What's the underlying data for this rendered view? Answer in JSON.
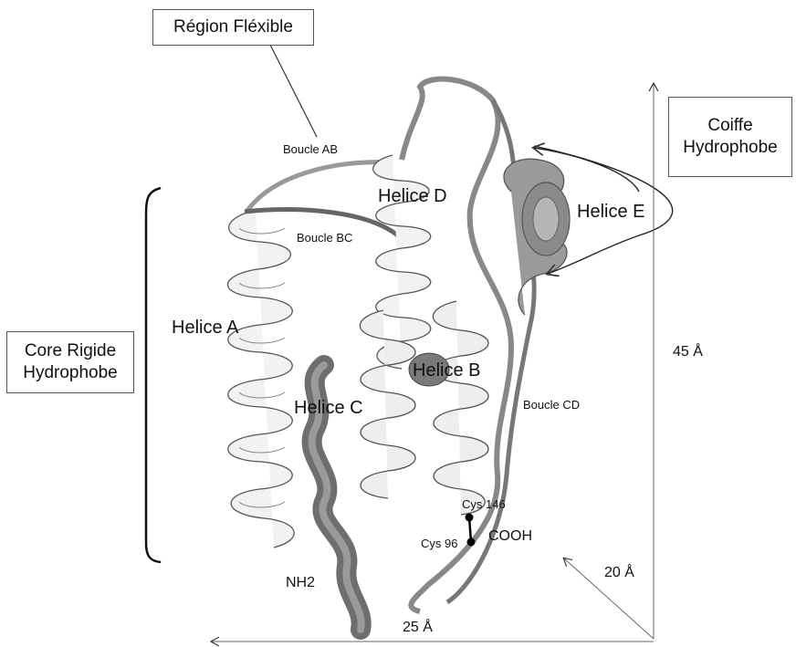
{
  "labels": {
    "region_flexible": "Région Fléxible",
    "coiffe": [
      "Coiffe",
      "Hydrophobe"
    ],
    "core": [
      "Core Rigide",
      "Hydrophobe"
    ],
    "boucle_ab": "Boucle AB",
    "boucle_bc": "Boucle BC",
    "boucle_cd": "Boucle CD",
    "helice_a": "Helice A",
    "helice_b": "Helice B",
    "helice_c": "Helice C",
    "helice_d": "Helice D",
    "helice_e": "Helice E",
    "cys146": "Cys 146",
    "cys96": "Cys 96",
    "cooh": "COOH",
    "nh2": "NH2",
    "dim_45": "45 Å",
    "dim_20": "20 Å",
    "dim_25": "25 Å"
  },
  "colors": {
    "ribbon_light": "#e8e8e8",
    "ribbon_dark": "#6e6e6e",
    "line": "#222222"
  }
}
